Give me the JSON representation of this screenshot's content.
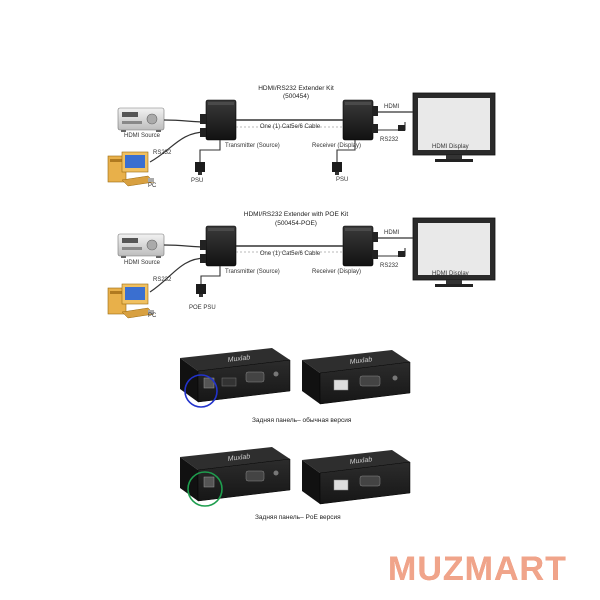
{
  "diagram1": {
    "title": "HDMI/RS232 Extender Kit",
    "model": "(500454)",
    "cable": "One (1) Cat5e/6 Cable",
    "hdmi_source": "HDMI Source",
    "rs232_left": "RS232",
    "pc": "PC",
    "psu_left": "PSU",
    "transmitter": "Transmitter (Source)",
    "receiver": "Receiver (Display)",
    "psu_right": "PSU",
    "hdmi_right": "HDMI",
    "rs232_right": "RS232",
    "display": "HDMI Display"
  },
  "diagram2": {
    "title": "HDMI/RS232 Extender with POE Kit",
    "model": "(500454-POE)",
    "cable": "One (1) Cat5e/6 Cable",
    "hdmi_source": "HDMI Source",
    "rs232_left": "RS232",
    "pc": "PC",
    "poe_psu": "POE PSU",
    "transmitter": "Transmitter (Source)",
    "receiver": "Receiver (Display)",
    "hdmi_right": "HDMI",
    "rs232_right": "RS232",
    "display": "HDMI Display"
  },
  "product_brand": "Muxlab",
  "caption_standard": "Задняя панель– обычная версия",
  "caption_poe": "Задняя панель– PoE версия",
  "watermark": "MUZMART",
  "colors": {
    "device": "#1f1f1f",
    "highlight_standard": "#2233cc",
    "highlight_poe": "#1e9e4e",
    "watermark": "#f0a48a",
    "watermark_accent": "#e8734f"
  }
}
